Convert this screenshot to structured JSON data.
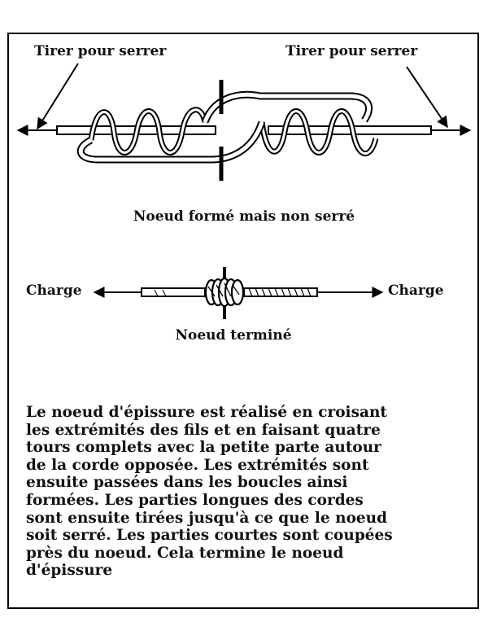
{
  "diagram": {
    "top": {
      "pull_left": "Tirer pour serrer",
      "pull_right": "Tirer pour serrer",
      "caption": "Noeud formé mais non serré"
    },
    "middle": {
      "load_left": "Charge",
      "load_right": "Charge",
      "caption": "Noeud terminé"
    },
    "description_lines": [
      "Le noeud d'épissure est réalisé en croisant",
      "les extrémités des fils et en faisant quatre",
      "tours complets avec la petite parte  autour",
      "de la corde opposée. Les extrémités sont",
      "ensuite passées dans les boucles ainsi",
      "formées. Les parties longues des cordes",
      "sont ensuite tirées jusqu'à ce que le noeud",
      "soit serré. Les parties courtes sont coupées",
      "près du noeud. Cela termine le noeud",
      "d'épissure"
    ]
  }
}
